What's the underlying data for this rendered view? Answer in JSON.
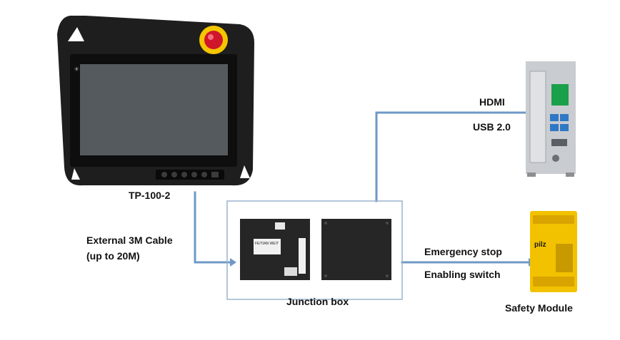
{
  "labels": {
    "device": "TP-100-2",
    "cable_line1": "External 3M Cable",
    "cable_line2": "(up to 20M)",
    "hdmi": "HDMI",
    "usb": "USB 2.0",
    "estop": "Emergency stop",
    "enabling": "Enabling switch",
    "junction": "Junction box",
    "safety": "Safety Module",
    "pilz_brand": "pilz",
    "junction_tag": "FEITIAN WEIT"
  },
  "colors": {
    "line": "#6f98c6",
    "box_border": "#9bb3cf",
    "pendant_body": "#1e1e1e",
    "screen": "#555a5e",
    "estop_red": "#d0162b",
    "estop_yellow": "#f5c600",
    "module_yellow": "#f2c200",
    "pc_silver": "#c9ccd0",
    "pc_blue": "#2f78c5",
    "pc_green": "#1aa04a",
    "junction_plate": "#262626"
  }
}
